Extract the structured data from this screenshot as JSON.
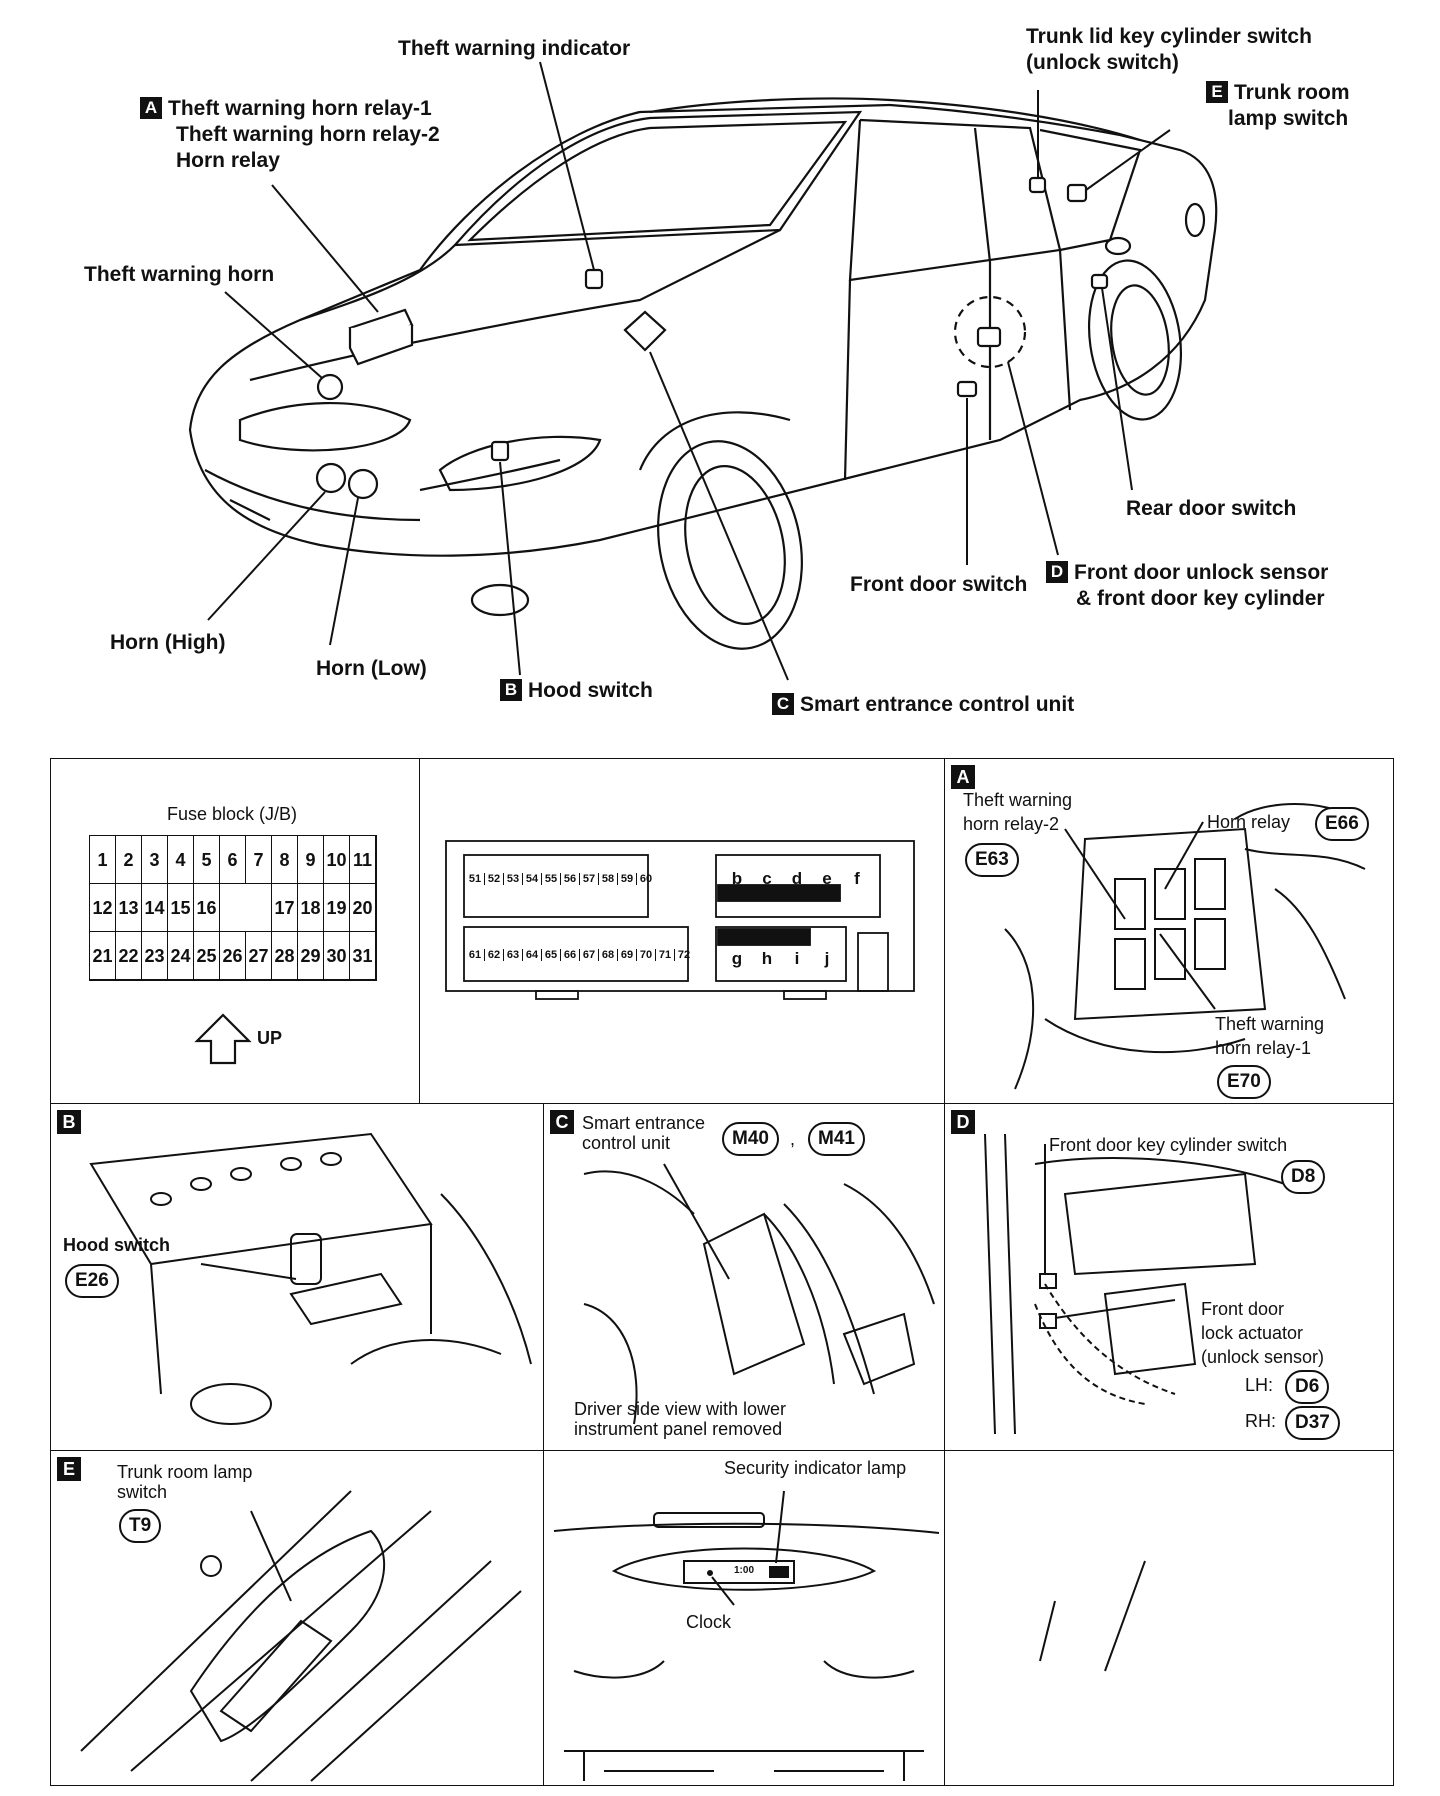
{
  "overview": {
    "theft_warning_indicator": "Theft warning indicator",
    "relay_a_tag": "A",
    "relay_a_line1": "Theft warning horn relay-1",
    "relay_a_line2": "Theft warning horn relay-2",
    "relay_a_line3": "Horn relay",
    "theft_warning_horn": "Theft warning horn",
    "horn_high": "Horn (High)",
    "horn_low": "Horn (Low)",
    "hood_switch_tag": "B",
    "hood_switch": "Hood switch",
    "smart_unit_tag": "C",
    "smart_unit": "Smart entrance control unit",
    "front_door_switch": "Front door switch",
    "unlock_sensor_tag": "D",
    "unlock_sensor_line1": "Front door unlock sensor",
    "unlock_sensor_line2": "& front door key cylinder",
    "rear_door_switch": "Rear door switch",
    "trunk_key_line1": "Trunk lid key cylinder switch",
    "trunk_key_line2": "(unlock switch)",
    "trunk_lamp_tag": "E",
    "trunk_lamp_line1": "Trunk room",
    "trunk_lamp_line2": "lamp switch"
  },
  "fuse_block": {
    "title": "Fuse block (J/B)",
    "row1": [
      "1",
      "2",
      "3",
      "4",
      "5",
      "6",
      "7",
      "8",
      "9",
      "10",
      "11"
    ],
    "row2": [
      "12",
      "13",
      "14",
      "15",
      "16",
      "17",
      "18",
      "19",
      "20"
    ],
    "row3": [
      "21",
      "22",
      "23",
      "24",
      "25",
      "26",
      "27",
      "28",
      "29",
      "30",
      "31"
    ],
    "up_label": "UP"
  },
  "relay_box": {
    "top_left": [
      "51",
      "52",
      "53",
      "54",
      "55",
      "56",
      "57",
      "58",
      "59",
      "60"
    ],
    "bottom_left": [
      "61",
      "62",
      "63",
      "64",
      "65",
      "66",
      "67",
      "68",
      "69",
      "70",
      "71",
      "72"
    ],
    "top_right": [
      "b",
      "c",
      "d",
      "e",
      "f"
    ],
    "bottom_right": [
      "g",
      "h",
      "i",
      "j"
    ]
  },
  "panel_a": {
    "tag": "A",
    "relay2_line1": "Theft warning",
    "relay2_line2": "horn relay-2",
    "relay2_connector": "E63",
    "horn_relay": "Horn relay",
    "horn_relay_connector": "E66",
    "relay1_line1": "Theft warning",
    "relay1_line2": "horn relay-1",
    "relay1_connector": "E70"
  },
  "panel_b": {
    "tag": "B",
    "label": "Hood switch",
    "connector": "E26"
  },
  "panel_c": {
    "tag": "C",
    "label_line1": "Smart entrance",
    "label_line2": "control unit",
    "connector1": "M40",
    "separator": ",",
    "connector2": "M41",
    "note_line1": "Driver side view with lower",
    "note_line2": "instrument panel removed"
  },
  "panel_d": {
    "tag": "D",
    "key_switch": "Front door key cylinder switch",
    "key_switch_connector": "D8",
    "actuator_line1": "Front door",
    "actuator_line2": "lock actuator",
    "actuator_line3": "(unlock sensor)",
    "lh_label": "LH:",
    "lh_connector": "D6",
    "rh_label": "RH:",
    "rh_connector": "D37"
  },
  "panel_e": {
    "tag": "E",
    "label_line1": "Trunk room lamp",
    "label_line2": "switch",
    "connector": "T9"
  },
  "panel_lamp": {
    "security_lamp": "Security indicator lamp",
    "clock": "Clock",
    "clock_display": "1:00"
  }
}
